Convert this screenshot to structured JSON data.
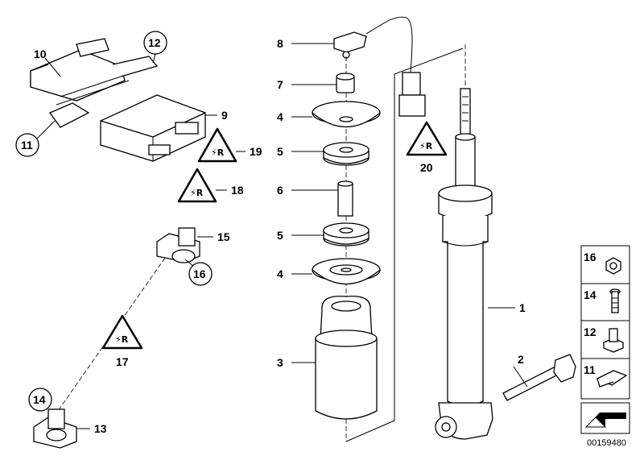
{
  "diagram": {
    "labels": {
      "l1": "1",
      "l2": "2",
      "l3": "3",
      "l4a": "4",
      "l4b": "4",
      "l5a": "5",
      "l5b": "5",
      "l6": "6",
      "l7": "7",
      "l8": "8",
      "l9": "9",
      "l10": "10",
      "l11": "11",
      "l12": "12",
      "l13": "13",
      "l14": "14",
      "l15": "15",
      "l16": "16",
      "l17": "17",
      "l18": "18",
      "l19": "19",
      "l20": "20"
    },
    "legend": {
      "items": [
        "16",
        "14",
        "12",
        "11"
      ]
    },
    "reference_number": "00159480"
  }
}
